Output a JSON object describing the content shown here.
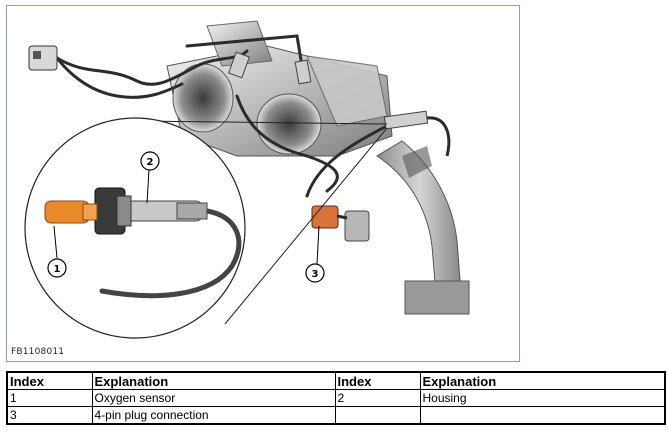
{
  "figure": {
    "id": "FB1108011",
    "callouts": [
      "1",
      "2",
      "3"
    ]
  },
  "legend": {
    "headers": [
      "Index",
      "Explanation",
      "Index",
      "Explanation"
    ],
    "rows": [
      [
        "1",
        "Oxygen sensor",
        "2",
        "Housing"
      ],
      [
        "3",
        "4-pin plug connection",
        "",
        ""
      ]
    ]
  },
  "colors": {
    "frame_border": "#8aa2b4",
    "sensor_tip": "#e88a2c",
    "plug": "#d9733a",
    "callout_ring": "#000000"
  }
}
